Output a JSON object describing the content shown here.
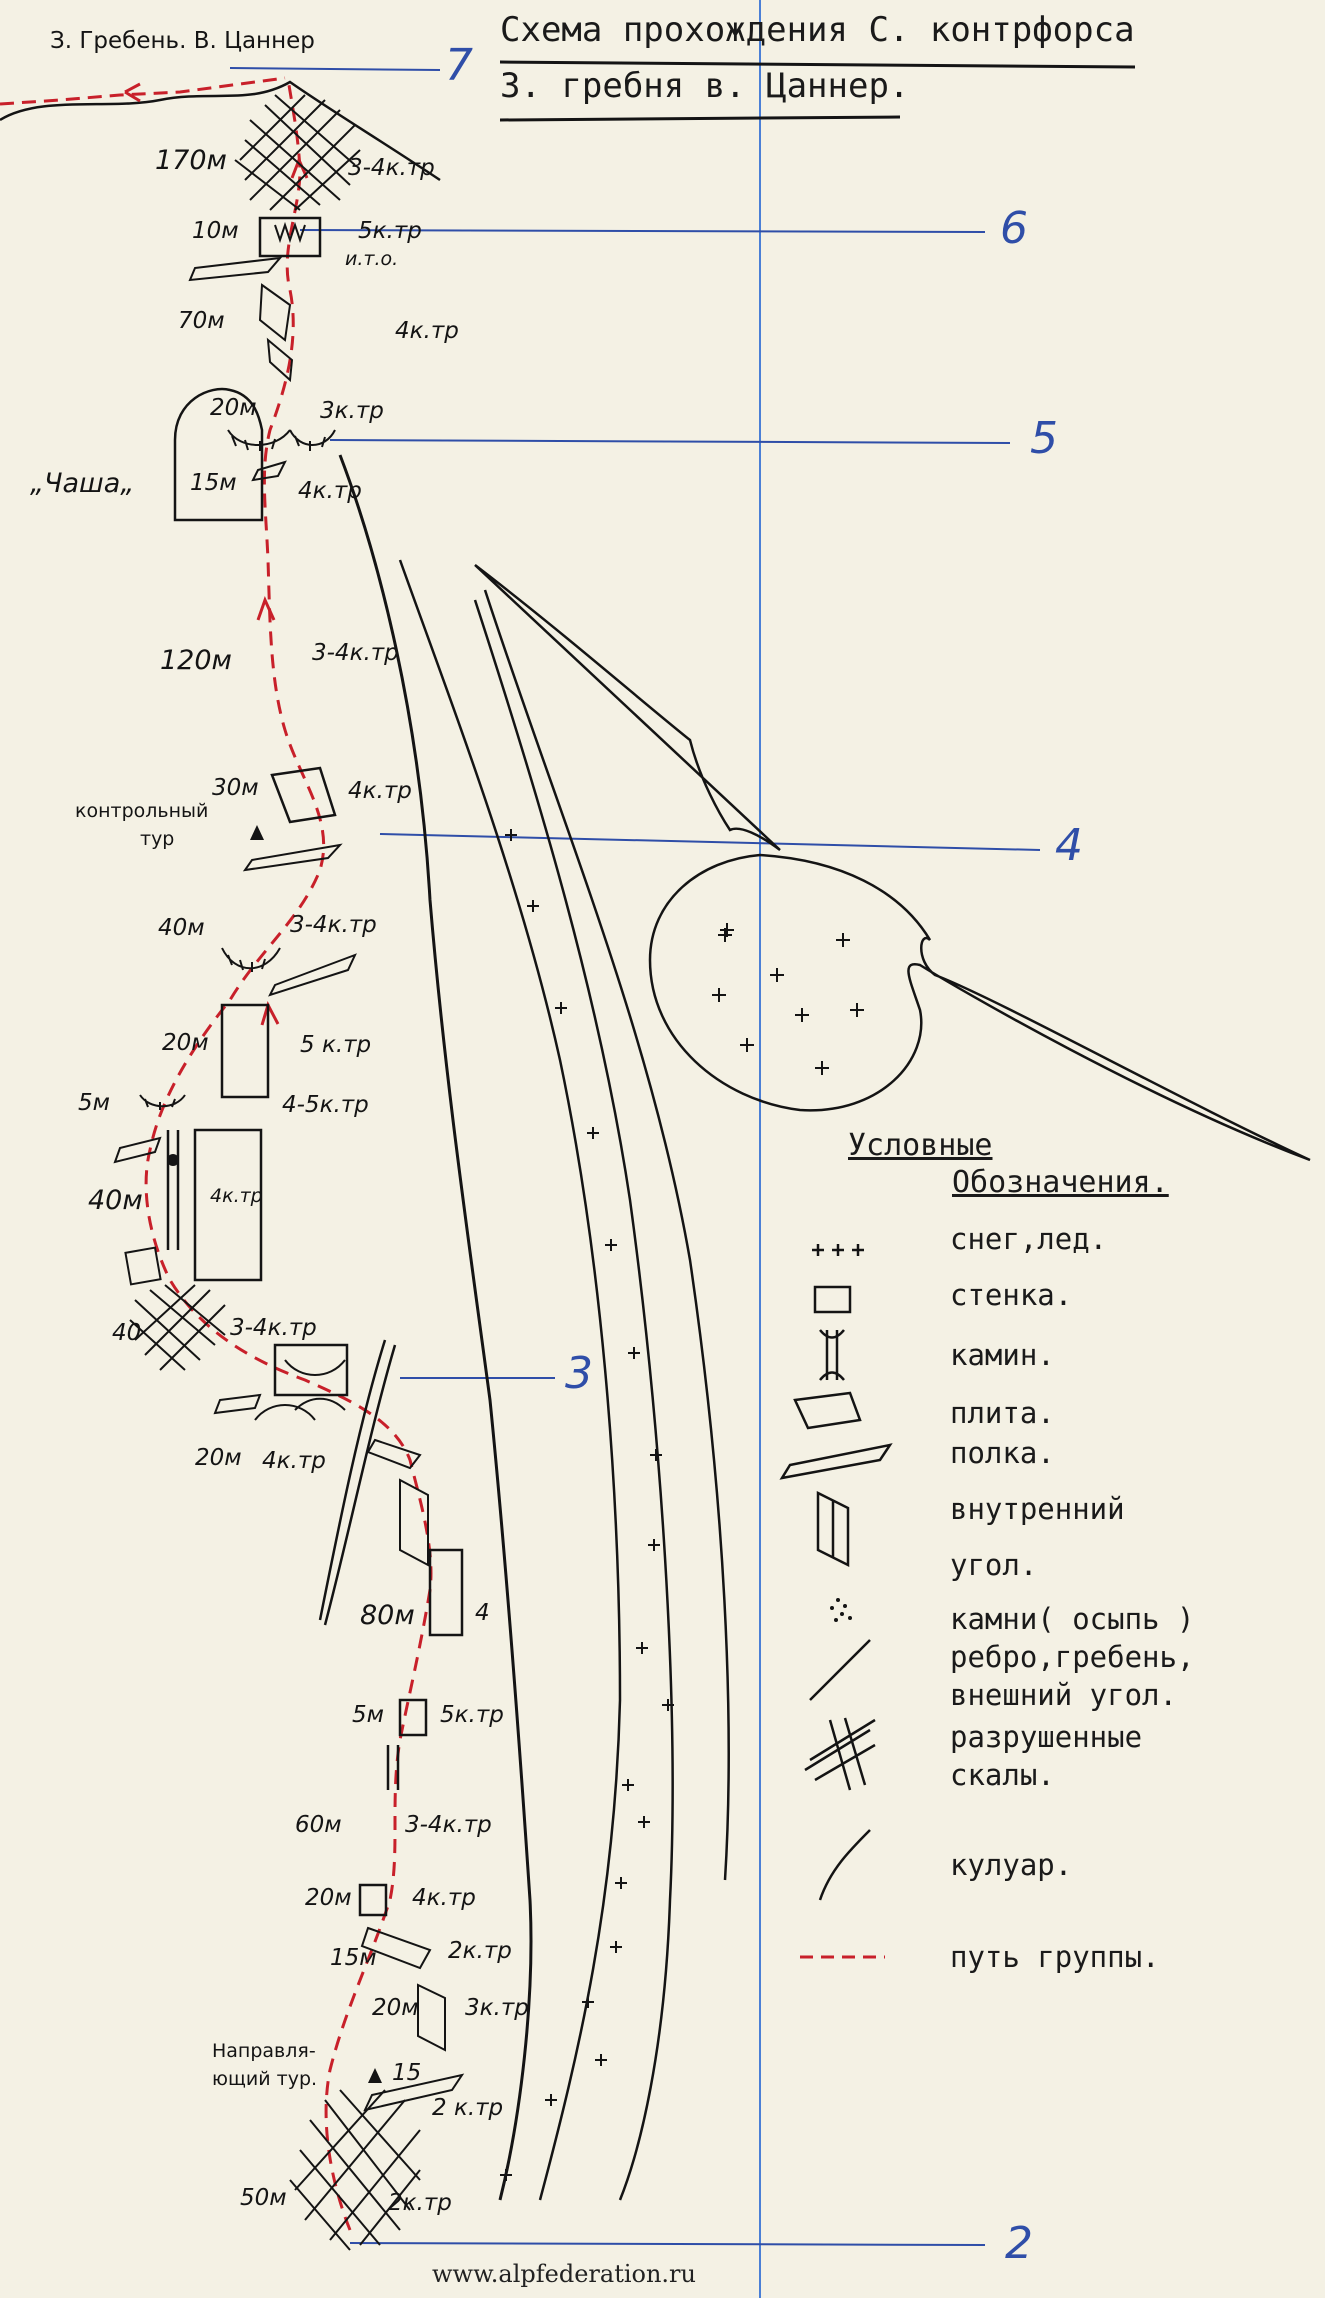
{
  "title": {
    "line1": "Схема прохождения С. контрфорса",
    "line2": "З. гребня в. Цаннер."
  },
  "summit_label": "З. Гребень. В. Цаннер",
  "sections": [
    "7",
    "6",
    "5",
    "4",
    "3",
    "2"
  ],
  "pitches": {
    "p170": "170м",
    "p170g": "3-4к.тр",
    "p10": "10м",
    "p10g": "5к.тр",
    "ito": "и.т.о.",
    "p70": "70м",
    "p70g": "4к.тр",
    "p20a": "20м",
    "p20ag": "3к.тр",
    "chasha": "„Чаша„",
    "p15a": "15м",
    "p15ag": "4к.тр",
    "p120": "120м",
    "p120g": "3-4к.тр",
    "p30": "30м",
    "p30g": "4к.тр",
    "control1": "контрольный",
    "control2": "тур",
    "p40a": "40м",
    "p40ag": "3-4к.тр",
    "p20b": "20м",
    "p20bg": "5 к.тр",
    "p5a": "5м",
    "p5ag": "4-5к.тр",
    "p40b": "40м",
    "p40bg": "4к.тр",
    "p40c": "40",
    "p40cg": "3-4к.тр",
    "p20c": "20м",
    "p20cg": "4к.тр",
    "p80": "80м",
    "p80g": "4",
    "p5b": "5м",
    "p5bg": "5к.тр",
    "p60": "60м",
    "p60g": "3-4к.тр",
    "p20d": "20м",
    "p20dg": "4к.тр",
    "p15b": "15м",
    "p15bg": "2к.тр",
    "p20e": "20м",
    "p20eg": "3к.тр",
    "guide1": "Направля-",
    "guide2": "ющий тур.",
    "p15c": "15",
    "p15cg": "2 к.тр",
    "p50": "50м",
    "p50g": "2к.тр"
  },
  "legend": {
    "title1": "Условные",
    "title2": "Обозначения.",
    "items": [
      "снег,лед.",
      "стенка.",
      "камин.",
      "плита.",
      "полка.",
      "внутренний",
      "угол.",
      "камни( осыпь )",
      "ребро,гребень,",
      "внешний угол.",
      "разрушенные",
      "скалы.",
      "кулуар.",
      "путь группы."
    ]
  },
  "footer": "www.alpfederation.ru",
  "colors": {
    "paper": "#f4f1e4",
    "ink": "#141414",
    "route": "#c8202a",
    "section_line": "#2f4ea8",
    "margin_line": "#4a7fd6"
  }
}
